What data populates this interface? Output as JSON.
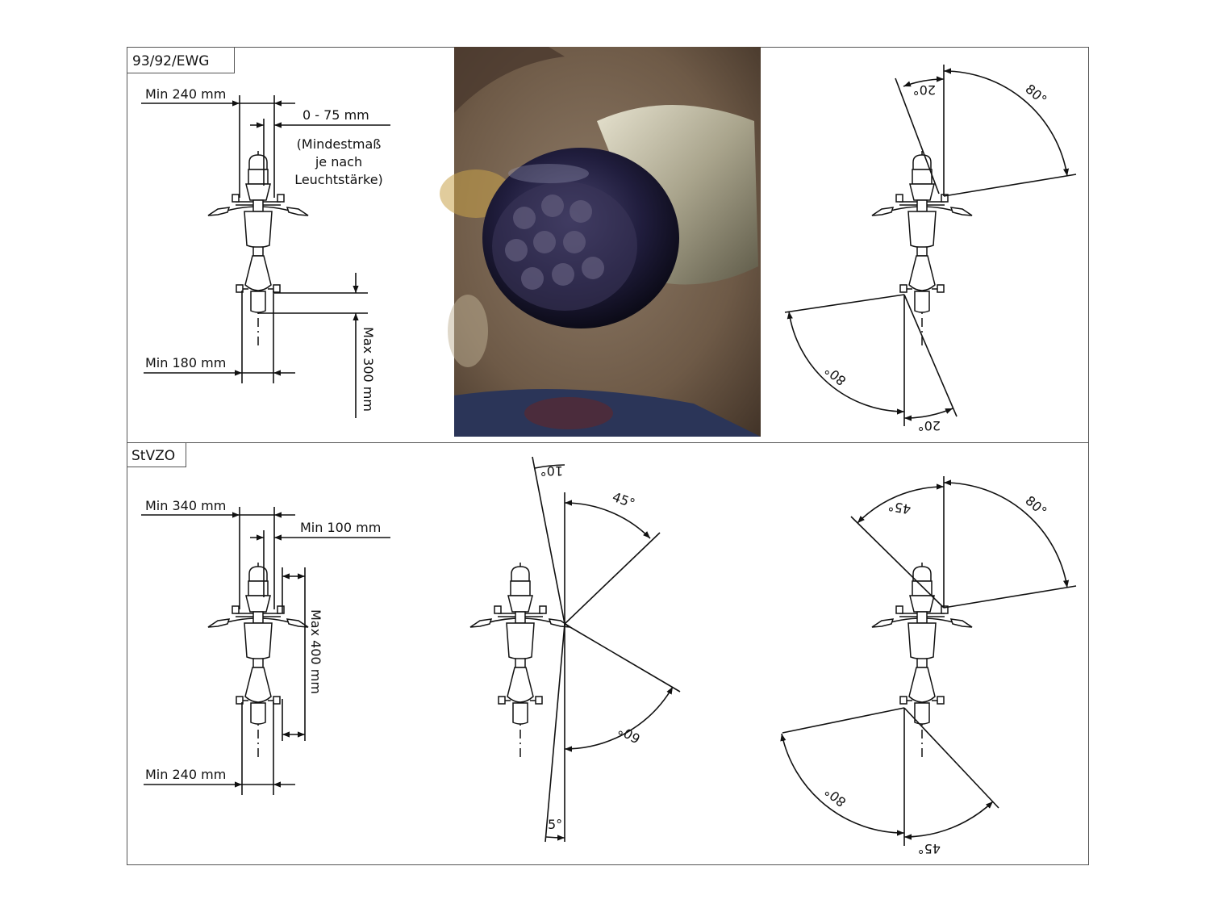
{
  "sections": {
    "top_label": "93/92/EWG",
    "bottom_label": "StVZO"
  },
  "ewg_dimensions": {
    "front_min": "Min 240 mm",
    "offset": "0 - 75 mm",
    "note_line1": "(Mindestmaß",
    "note_line2": "je nach",
    "note_line3": "Leuchtstärke)",
    "rear_min": "Min 180 mm",
    "rear_max": "Max 300 mm"
  },
  "ewg_angles": {
    "front_outer": "80°",
    "front_inner": "20°",
    "rear_outer": "80°",
    "rear_inner": "20°"
  },
  "stvzo_dimensions": {
    "front_min": "Min 340 mm",
    "offset_min": "Min 100 mm",
    "length_max": "Max 400 mm",
    "rear_min": "Min 240 mm"
  },
  "stvzo_vertical_angles": {
    "top_tilt": "10°",
    "up": "45°",
    "down": "60°",
    "bottom_tilt": "5°"
  },
  "stvzo_angles": {
    "front_outer": "80°",
    "front_inner": "45°",
    "rear_outer": "80°",
    "rear_inner": "45°"
  },
  "colors": {
    "line": "#111111",
    "photo_lens": "#1c1a3a",
    "photo_bg": "#7a6550"
  }
}
